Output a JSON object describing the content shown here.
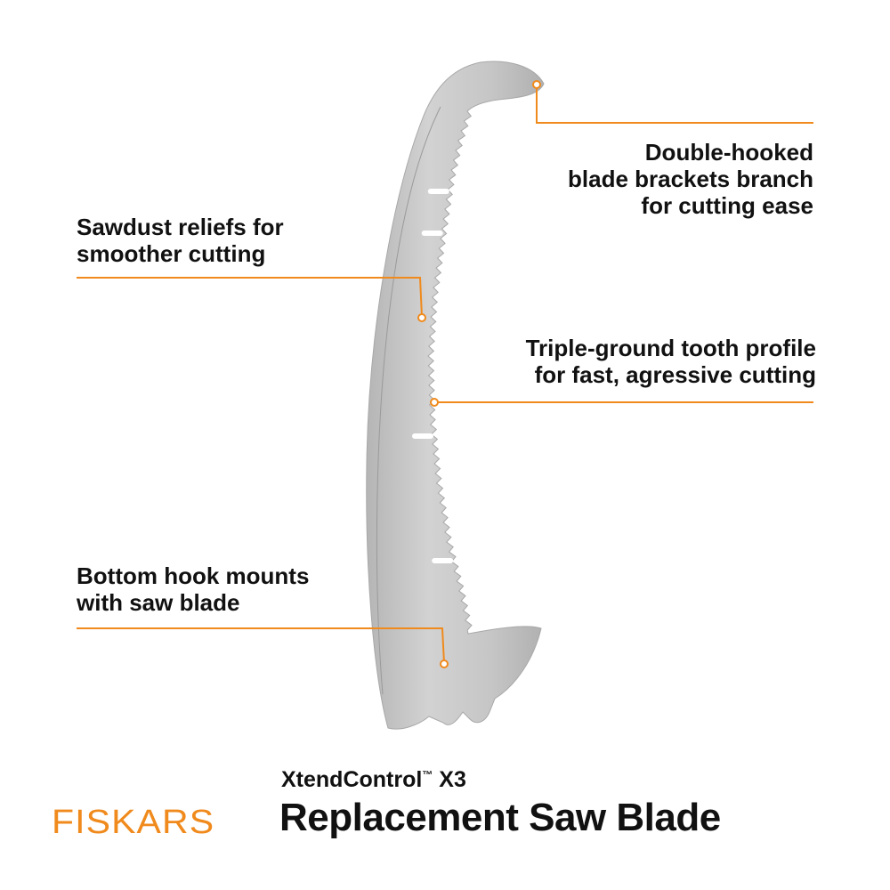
{
  "callouts": {
    "double_hooked": {
      "lines": [
        "Double-hooked",
        "blade brackets branch",
        "for cutting ease"
      ]
    },
    "sawdust": {
      "lines": [
        "Sawdust reliefs for",
        "smoother cutting"
      ]
    },
    "triple_ground": {
      "lines": [
        "Triple-ground tooth profile",
        "for fast, agressive cutting"
      ]
    },
    "bottom_hook": {
      "lines": [
        "Bottom hook mounts",
        "with saw blade"
      ]
    }
  },
  "product": {
    "line_name": "XtendControl",
    "trademark": "™",
    "model": " X3",
    "title": "Replacement Saw Blade"
  },
  "brand": {
    "logo_text": "FISKARS"
  },
  "colors": {
    "accent": "#f08a1c",
    "text": "#111111",
    "blade": "#c4c4c4",
    "background": "#ffffff"
  },
  "icons": {
    "blade": "saw-blade-illustration",
    "markers": "callout-dot-marker"
  }
}
